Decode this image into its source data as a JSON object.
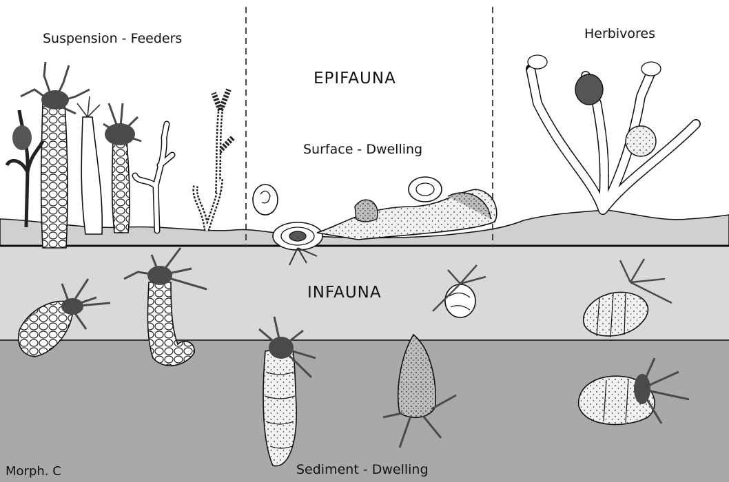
{
  "labels": {
    "suspension_feeders": "Suspension - Feeders",
    "herbivores": "Herbivores",
    "epifauna": "EPIFAUNA",
    "surface_dwelling": "Surface - Dwelling",
    "infauna": "INFAUNA",
    "sediment_dwelling": "Sediment - Dwelling",
    "credit": "Morph. C"
  },
  "colors": {
    "background": "#ffffff",
    "surface_layer": "#d0d0d0",
    "infauna_layer": "#d9d9d9",
    "sediment_layer": "#a9a9a9",
    "pseudopod": "#4a4a4a",
    "outline": "#111111"
  }
}
